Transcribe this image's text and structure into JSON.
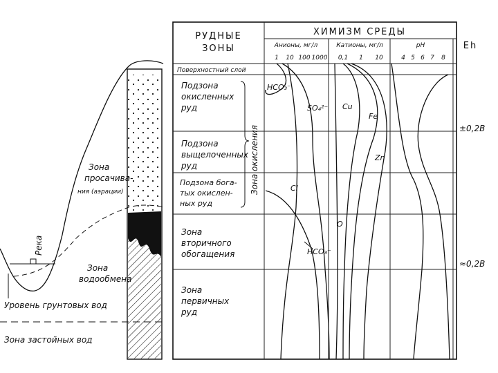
{
  "header": {
    "ore_zones": [
      "РУДНЫЕ",
      "ЗОНЫ"
    ],
    "chemistry": "ХИМИЗМ СРЕДЫ",
    "anions_label": "Анионы, мг/л",
    "anions_ticks": [
      "1",
      "10",
      "100",
      "1000"
    ],
    "cations_label": "Катионы, мг/л",
    "cations_ticks": [
      "0,1",
      "1",
      "10"
    ],
    "ph_label": "pH",
    "ph_ticks": [
      "4",
      "5",
      "6",
      "7",
      "8"
    ],
    "eh_label": "Eh"
  },
  "zones": {
    "surface": "Поверхностный слой",
    "oxidized": [
      "Подзона",
      "окисленных",
      "руд"
    ],
    "leached": [
      "Подзона",
      "выщелоченных",
      "руд"
    ],
    "rich_oxidized": [
      "Подзона бога-",
      "тых окислен-",
      "ных руд"
    ],
    "oxidation_zone": "Зона окисления",
    "secondary": [
      "Зона",
      "вторичного",
      "обогащения"
    ],
    "primary": [
      "Зона",
      "первичных",
      "руд"
    ]
  },
  "species": {
    "hco3_top": "HCO₃⁻",
    "so4": "SO₄²⁻",
    "cu": "Cu",
    "fe": "Fe",
    "zn": "Zn",
    "cl": "Cl",
    "o2": "O",
    "hco3_bottom": "HCO₃⁻"
  },
  "eh_values": {
    "top": "±0,2В",
    "bottom": "≈0,2В"
  },
  "profile_labels": {
    "river": "Река",
    "seepage": [
      "Зона",
      "просачива-",
      "ния (аэрации)"
    ],
    "exchange": [
      "Зона",
      "водообмена"
    ],
    "groundwater": "Уровень грунтовых вод",
    "stagnant": "Зона застойных вод"
  }
}
